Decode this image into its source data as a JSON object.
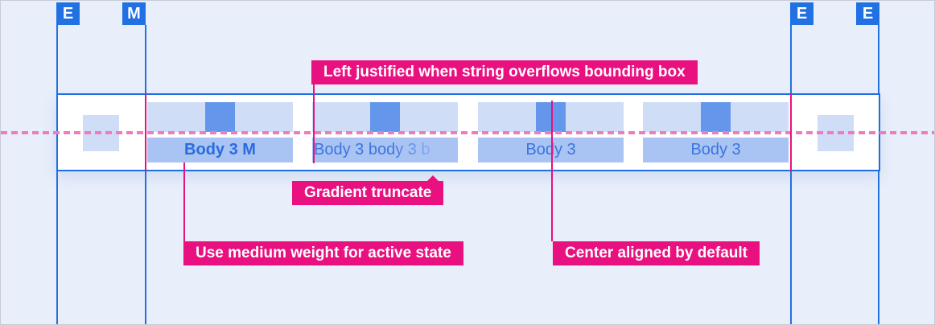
{
  "colors": {
    "canvas_bg": "#e8eefa",
    "grid_blue": "#2171e2",
    "bar_border_blue": "#1e6ee3",
    "accent_magenta": "#e8117f",
    "dashed_pink": "#ef7dbd",
    "tab_icon_row_bg": "#cfddf7",
    "tab_label_bg": "#a9c3f3",
    "icon_placeholder_blue": "#6497eb",
    "active_label_text": "#2a6ce0",
    "default_label_text": "#3b76e1"
  },
  "grid": {
    "badges": [
      {
        "label": "E"
      },
      {
        "label": "M"
      },
      {
        "label": "E"
      },
      {
        "label": "E"
      }
    ]
  },
  "tabbar": {
    "tabs": [
      {
        "label": "Body 3 M",
        "state": "active"
      },
      {
        "label": "Body 3 body 3 b",
        "state": "overflow-truncated"
      },
      {
        "label": "Body 3",
        "state": "default"
      },
      {
        "label": "Body 3",
        "state": "default"
      }
    ]
  },
  "annotations": {
    "left_justified": "Left justified when string overflows bounding box",
    "gradient_truncate": "Gradient truncate",
    "medium_weight": "Use medium weight for active state",
    "center_aligned": "Center aligned by default"
  }
}
